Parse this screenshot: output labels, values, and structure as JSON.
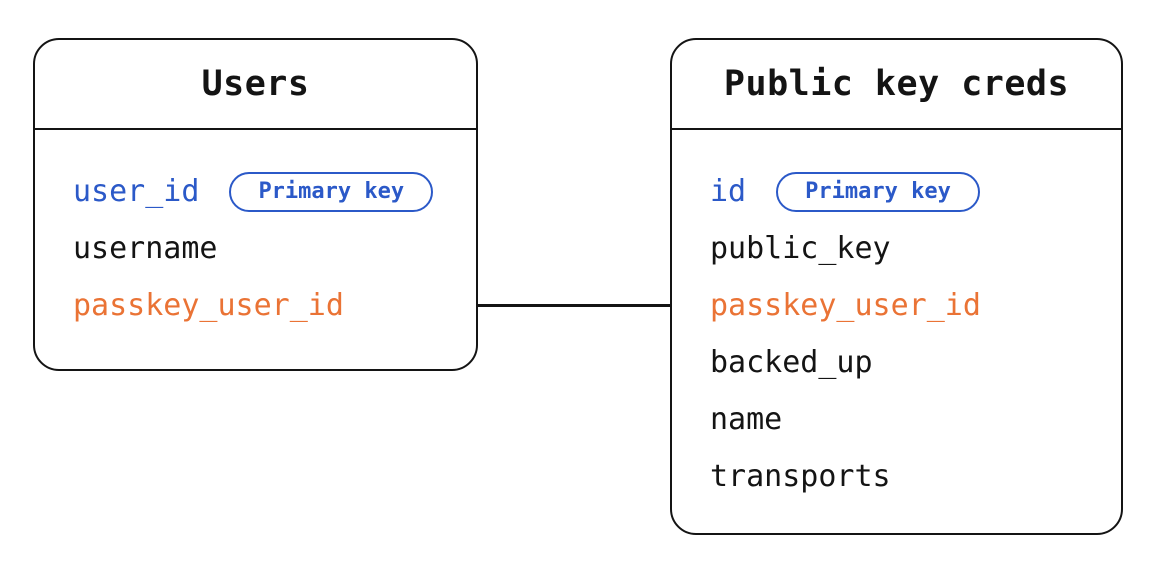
{
  "colors": {
    "blue": "#2b59c8",
    "orange": "#ea7335",
    "ink": "#141414",
    "background": "#ffffff"
  },
  "tables": [
    {
      "title": "Users",
      "fields": [
        {
          "name": "user_id",
          "badge": "Primary key"
        },
        {
          "name": "username"
        },
        {
          "name": "passkey_user_id"
        }
      ]
    },
    {
      "title": "Public key creds",
      "fields": [
        {
          "name": "id",
          "badge": "Primary key"
        },
        {
          "name": "public_key"
        },
        {
          "name": "passkey_user_id"
        },
        {
          "name": "backed_up"
        },
        {
          "name": "name"
        },
        {
          "name": "transports"
        }
      ]
    }
  ],
  "relationship": {
    "from_table": "Users",
    "from_field": "passkey_user_id",
    "to_table": "Public key creds",
    "to_field": "passkey_user_id"
  }
}
